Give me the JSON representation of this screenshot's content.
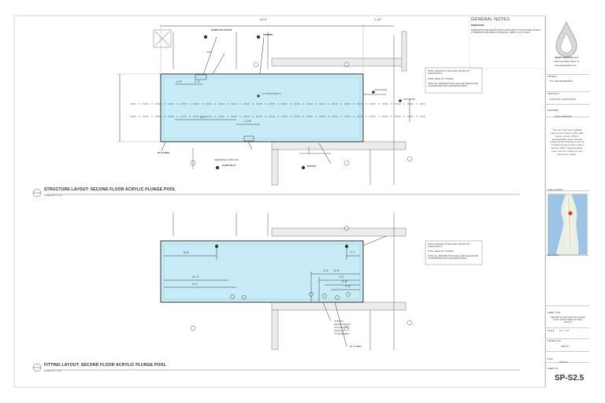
{
  "structure_view": {
    "title": "STRUCTURE LAYOUT: SECOND FLOOR ACRYLIC PLUNGE POOL",
    "scale": "SCALE: 1/4\" = 1'-0\"",
    "dim_overall": "24'-0\"",
    "dim_right": "1'-10\"",
    "dims": [
      "2'-9\"",
      "2'-4\"",
      "8'-5\"",
      "1'-10\""
    ],
    "labels": [
      "OVERFLOW GUTTER",
      "SKIMMER",
      "LIGHT",
      "FLOOR INLET",
      "RETURN",
      "MAIN DRAIN",
      "MAIN DRAIN",
      "PERIMETER OVERFLOW",
      "3'-0\" WATER DEPTH",
      "BY OTHERS"
    ]
  },
  "fitting_view": {
    "title": "FITTING LAYOUT: SECOND FLOOR ACRYLIC PLUNGE POOL",
    "scale": "SCALE: 1/4\" = 1'-0\"",
    "dims": [
      "6'-6\"",
      "7'-7\"",
      "11'-1\"",
      "9'-1\"",
      "6'-6\"",
      "4'-2\"",
      "2'-6\"",
      "2'-6\"",
      "1'-3\""
    ],
    "labels": [
      "FITTINGS",
      "RETURN INLETS",
      "SUCTION LINE",
      "STUB-OUT",
      "TO EQUIPMENT",
      "BY OTHERS"
    ]
  },
  "general_notes": {
    "heading": "GENERAL NOTES",
    "subheading": "DIMENSIONS",
    "text": "DIMENSIONS AND ELEVATIONS SHOWN ARE TO STRUCTURE UNLESS OTHERWISE SPECIFIED BY DRAWING. VERIFY ALL IN FIELD."
  },
  "notes_box": {
    "note1": "NOTE: SURFACE TO BE LEVEL WITHIN 1/8\" THROUGHOUT",
    "note2": "NOTE: SHELL BY OTHERS",
    "note3": "NOTE: ALL PENETRATIONS SHALL BE SEALED AND COORDINATED WITH WATERPROOFING"
  },
  "title_block": {
    "company": "SMART AQUATICS, LLC",
    "address": "1234 Ocean Blvd, Miami, FL",
    "contact": "www.smartaquatics.com",
    "project_label": "PROJECT",
    "project_name": "PH LUXE RESIDENCES",
    "architect_label": "ARCHITECT",
    "architect_name": "AT PINAULT & ASSOCIATES",
    "engineer_label": "ENGINEER",
    "engineer_name": "PLAN 2 DESIGNS",
    "stamp_text": "This item has been digitally signed and sealed on the date shown using a SHA-1 authentication code. Printed copies of this document are not considered signed and sealed and the SHA-1 authentication code must be verified on any electronic copies.",
    "site_label": "SITE LOCATION",
    "revisions_label": "REVISIONS",
    "sheet_title_label": "SHEET TITLE",
    "sheet_title": "SECOND FLOOR ACRYLIC PLUNGE POOL STRUCTURE & FITTING LAYOUT",
    "scale_label": "SCALE",
    "scale_value": "1/4\" = 1'-0\"",
    "project_no_label": "PROJECT NO.",
    "project_no": "0009-XX",
    "date_label": "DATE",
    "date_value": "00-00-00",
    "sheet_no_label": "SHEET NO.",
    "sheet_no": "SP-S2.5"
  },
  "colors": {
    "pool_fill": "#c8ecf7",
    "line": "#555555",
    "wall_fill": "#e8e8e8"
  }
}
